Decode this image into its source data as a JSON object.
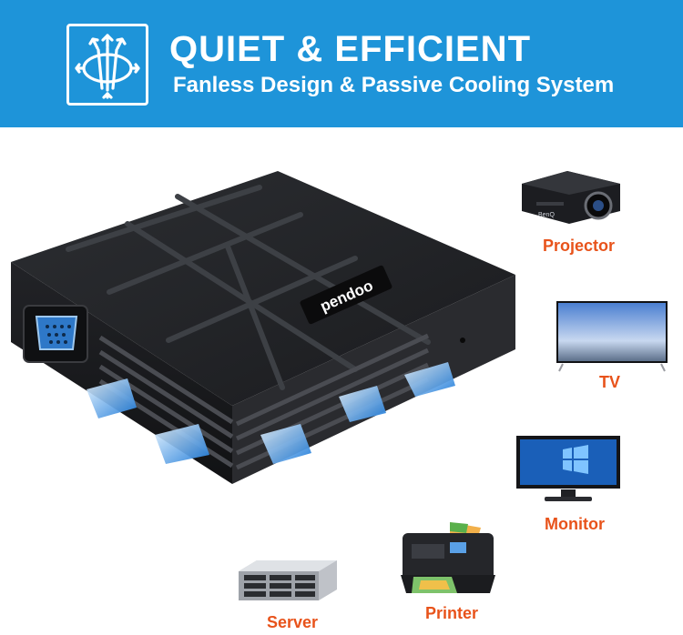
{
  "banner": {
    "title": "QUIET & EFFICIENT",
    "subtitle": "Fanless Design & Passive Cooling System",
    "icon": "fan-cooling-icon",
    "background_color": "#1e94d9"
  },
  "product": {
    "brand": "pendoo",
    "port": "VGA port"
  },
  "devices": [
    {
      "label": "Projector",
      "icon": "projector-icon",
      "brand": "BenQ"
    },
    {
      "label": "TV",
      "icon": "tv-icon"
    },
    {
      "label": "Monitor",
      "icon": "monitor-icon"
    },
    {
      "label": "Printer",
      "icon": "printer-icon"
    },
    {
      "label": "Server",
      "icon": "server-icon"
    }
  ],
  "label_color": "#e8531b"
}
